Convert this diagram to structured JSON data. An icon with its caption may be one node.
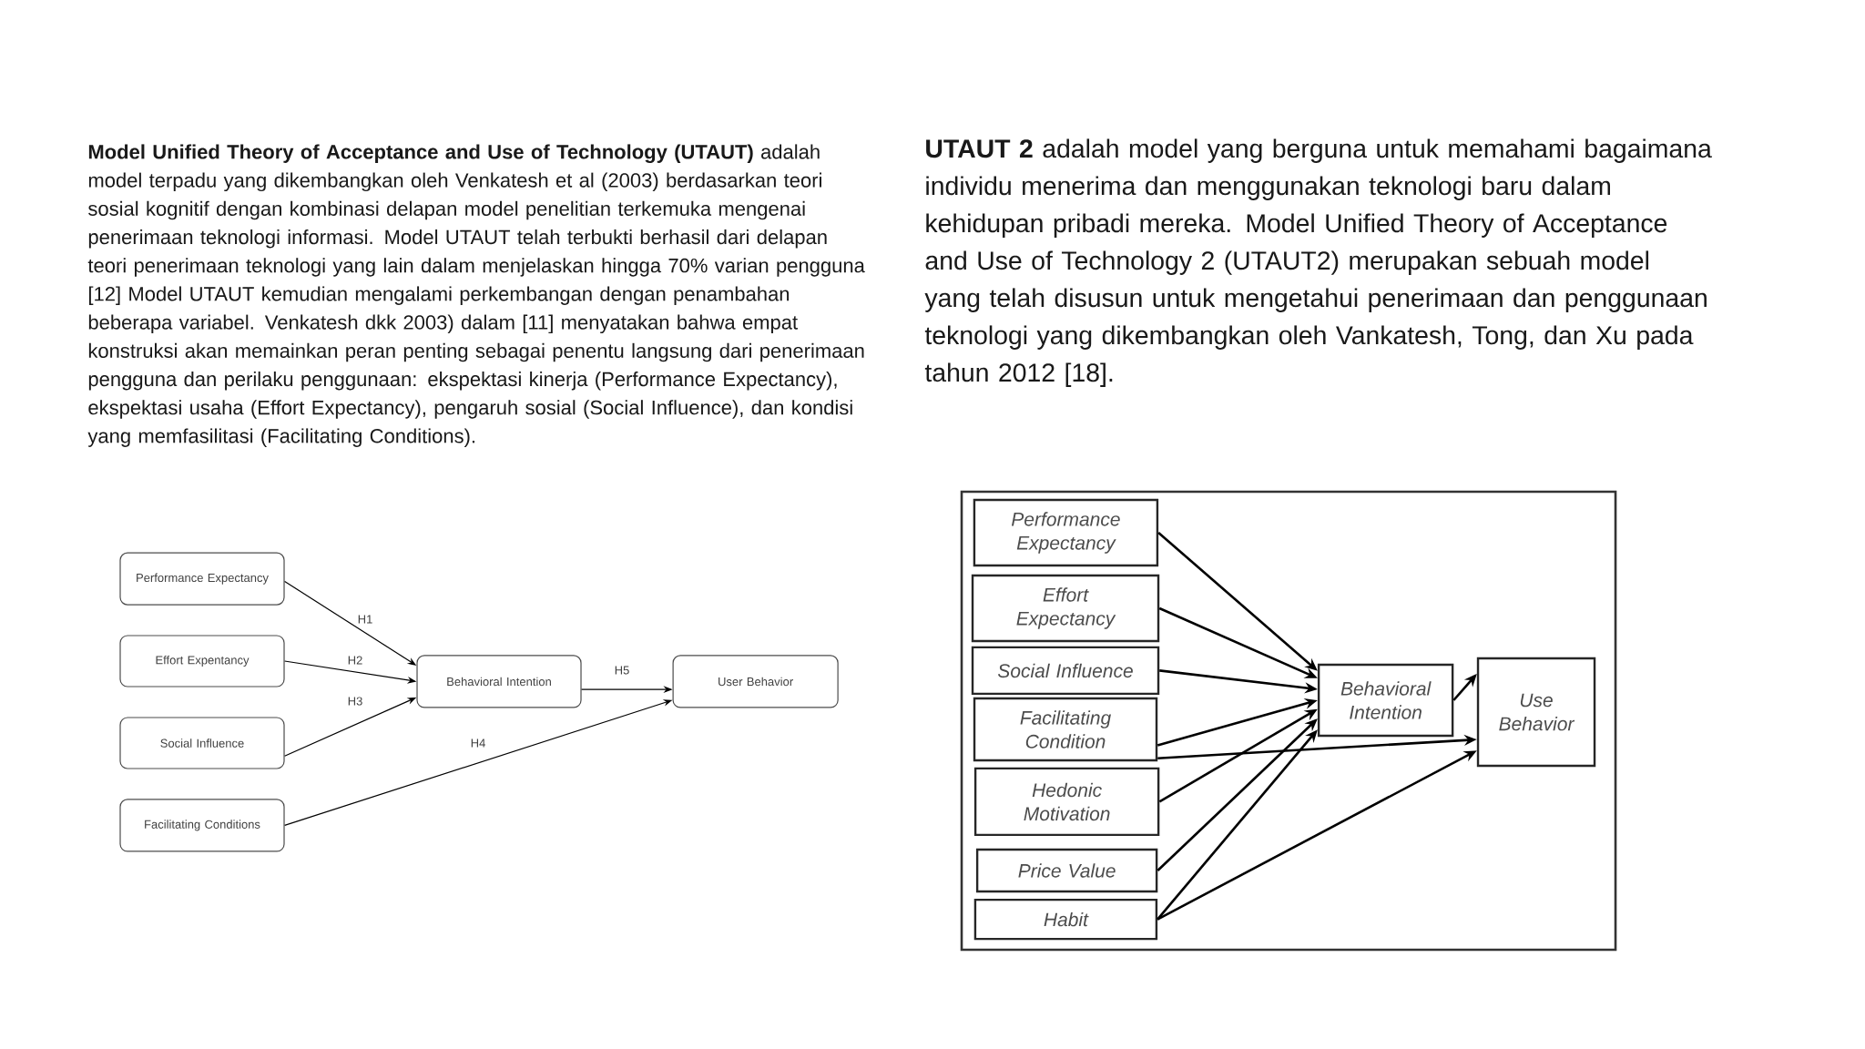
{
  "diagram": {
    "nodes": [
      {
        "text": [
          "Performance Expectancy"
        ]
      },
      {
        "text": [
          "Effort Expentancy"
        ]
      },
      {
        "text": [
          "Social Influence"
        ]
      },
      {
        "text": [
          "Facilitating Conditions"
        ]
      },
      {
        "text": [
          "Behavioral Intention"
        ]
      },
      {
        "text": [
          "User Behavior"
        ]
      },
      {
        "text": [
          "Performance Expectancy"
        ]
      },
      {
        "text": [
          "Effort Expectancy"
        ]
      },
      {
        "text": [
          "Social Influence"
        ]
      },
      {
        "text": [
          "Facilitating Condition"
        ]
      },
      {
        "text": [
          "Hedonic Motivation"
        ]
      },
      {
        "text": [
          "Price Value"
        ]
      },
      {
        "text": [
          "Habit"
        ]
      },
      {
        "text": [
          "Behavioral Intention"
        ]
      },
      {
        "text": [
          "Use Behavior"
        ]
      }
    ],
    "edges": [
      {
        "from": 0,
        "to": 4,
        "arrow": "to",
        "label": "H1"
      },
      {
        "from": 1,
        "to": 4,
        "arrow": "to",
        "label": "H2"
      },
      {
        "from": 2,
        "to": 4,
        "arrow": "to",
        "label": "H3"
      },
      {
        "from": 4,
        "to": 5,
        "arrow": "to",
        "label": "H5"
      },
      {
        "from": 3,
        "to": 5,
        "arrow": "to",
        "label": "H4"
      },
      {
        "from": 6,
        "to": 13,
        "arrow": "to"
      },
      {
        "from": 7,
        "to": 13,
        "arrow": "to"
      },
      {
        "from": 8,
        "to": 13,
        "arrow": "to"
      },
      {
        "from": 9,
        "to": 13,
        "arrow": "to"
      },
      {
        "from": 9,
        "to": 14,
        "arrow": "to"
      },
      {
        "from": 10,
        "to": 13,
        "arrow": "to"
      },
      {
        "from": 11,
        "to": 13,
        "arrow": "to"
      },
      {
        "from": 12,
        "to": 13,
        "arrow": "to"
      },
      {
        "from": 12,
        "to": 14,
        "arrow": "to"
      },
      {
        "from": 13,
        "to": 14,
        "arrow": "to"
      }
    ],
    "labels": [
      "**Model Unified Theory of Acceptance and Use of Technology (UTAUT)** adalah model terpadu yang dikembangkan oleh Venkatesh et al (2003) berdasarkan teori sosial kognitif dengan kombinasi delapan model penelitian terkemuka mengenai penerimaan teknologi informasi. Model UTAUT telah terbukti berhasil dari delapan teori penerimaan teknologi yang lain dalam menjelaskan hingga 70% varian pengguna [12] Model UTAUT kemudian mengalami perkembangan dengan penambahan beberapa variabel. Venkatesh dkk 2003) dalam [11] menyatakan bahwa empat konstruksi akan memainkan peran penting sebagai penentu langsung dari penerimaan pengguna dan perilaku penggunaan: ekspektasi kinerja (Performance Expectancy), ekspektasi usaha (Effort Expectancy), pengaruh sosial (Social Influence), dan kondisi yang memfasilitasi (Facilitating Conditions).",
      "**UTAUT 2** adalah model yang berguna untuk memahami bagaimana individu menerima dan menggunakan teknologi baru dalam kehidupan pribadi mereka. Model Unified Theory of Acceptance and Use of Technology 2 (UTAUT2) merupakan sebuah model yang telah disusun untuk mengetahui penerimaan dan penggunaan teknologi yang dikembangkan oleh Vankatesh, Tong, dan Xu pada tahun 2012 [18]."
    ]
  }
}
